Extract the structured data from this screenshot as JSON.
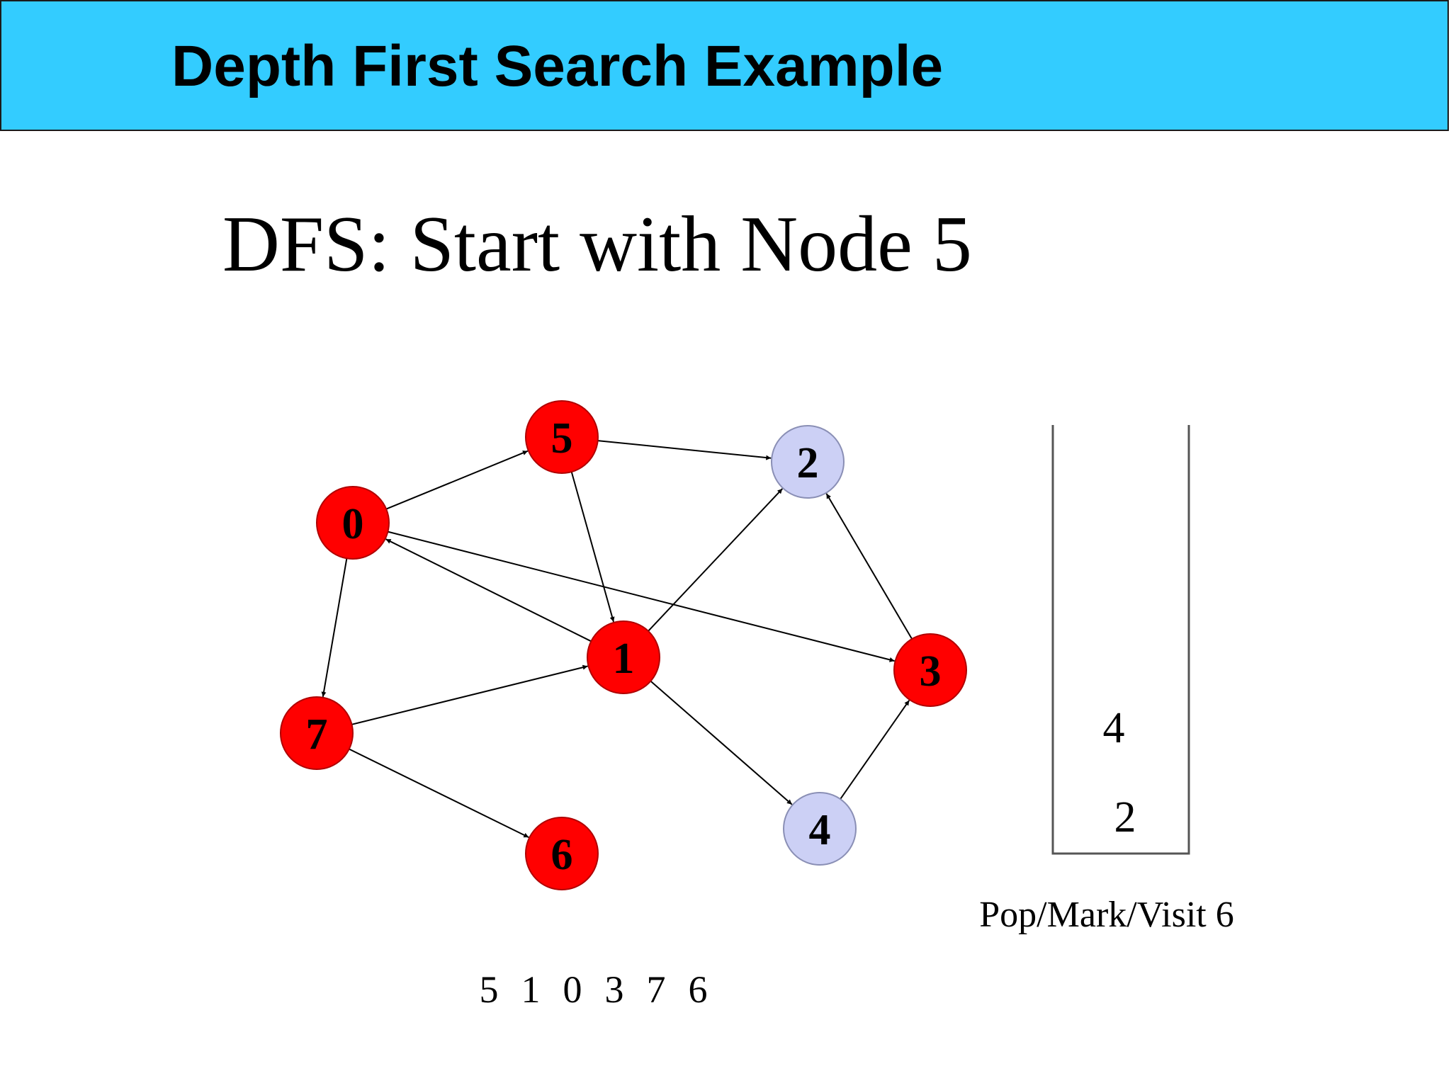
{
  "slide_title": "Depth First Search Example",
  "heading": "DFS: Start with Node 5",
  "colors": {
    "title_bar": "#33ccff",
    "visited": "#ff0000",
    "unvisited": "#ccd0f5",
    "edge": "#000000"
  },
  "nodes": [
    {
      "id": "n0",
      "label": "0",
      "state": "visited"
    },
    {
      "id": "n1",
      "label": "1",
      "state": "visited"
    },
    {
      "id": "n2",
      "label": "2",
      "state": "unvisited"
    },
    {
      "id": "n3",
      "label": "3",
      "state": "visited"
    },
    {
      "id": "n4",
      "label": "4",
      "state": "unvisited"
    },
    {
      "id": "n5",
      "label": "5",
      "state": "visited"
    },
    {
      "id": "n6",
      "label": "6",
      "state": "visited"
    },
    {
      "id": "n7",
      "label": "7",
      "state": "visited"
    }
  ],
  "edges": [
    {
      "from": "0",
      "to": "5"
    },
    {
      "from": "5",
      "to": "2"
    },
    {
      "from": "5",
      "to": "1"
    },
    {
      "from": "0",
      "to": "3"
    },
    {
      "from": "0",
      "to": "7"
    },
    {
      "from": "1",
      "to": "0"
    },
    {
      "from": "1",
      "to": "2"
    },
    {
      "from": "3",
      "to": "2"
    },
    {
      "from": "7",
      "to": "1"
    },
    {
      "from": "1",
      "to": "4"
    },
    {
      "from": "4",
      "to": "3"
    },
    {
      "from": "7",
      "to": "6"
    }
  ],
  "stack": {
    "items": [
      "4",
      "2"
    ]
  },
  "action_caption": "Pop/Mark/Visit 6",
  "visit_order": [
    "5",
    "1",
    "0",
    "3",
    "7",
    "6"
  ]
}
